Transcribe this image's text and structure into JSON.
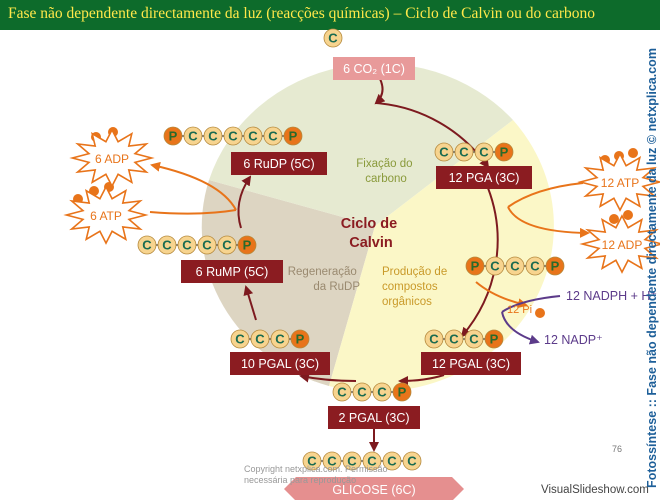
{
  "title": "Fase não dependente directamente da luz (reacções químicas) – Ciclo de Calvin ou do carbono",
  "side_caption": "Fotossíntese :: Fase não dependente directamente da luz © netxplica.com",
  "colors": {
    "title_bg": "#0d6b2b",
    "title_text": "#ffe84a",
    "label_box": "#8b1c21",
    "co2_box": "#e89a9a",
    "glucose_box": "#e58f8f",
    "carbon_bead": "#f7d48f",
    "phosphate_bead": "#e8741a",
    "cycle_arrow": "#7d1a1f",
    "energy_arrow": "#e8741a",
    "nadph_arrow": "#5c3b8a",
    "sector_fixation": "#e6ead1",
    "sector_regeneration": "#ddd5c2",
    "sector_production": "#fbf7c7",
    "side_caption": "#1d5f99"
  },
  "center_label": {
    "line1": "Ciclo de",
    "line2": "Calvin"
  },
  "phases": {
    "fixation": {
      "line1": "Fixação do",
      "line2": "carbono"
    },
    "regeneration": {
      "line1": "Regeneração",
      "line2": "da RuDP"
    },
    "production": {
      "line1": "Produção de",
      "line2": "compostos",
      "line3": "orgânicos"
    }
  },
  "boxes": {
    "co2": "6 CO₂ (1C)",
    "rudp": "6 RuDP (5C)",
    "pga": "12 PGA (3C)",
    "rump": "6 RuMP (5C)",
    "pgal10": "10 PGAL (3C)",
    "pgal12": "12 PGAL (3C)",
    "pgal2": "2 PGAL (3C)",
    "glucose": "GLICOSE (6C)"
  },
  "bead_letters": {
    "carbon": "C",
    "phosphate": "P"
  },
  "energy": {
    "adp_left": "6 ADP",
    "atp_left": "6 ATP",
    "atp_right": "12 ATP",
    "adp_right": "12 ADP"
  },
  "reducers": {
    "nadph": "12 NADPH + H⁺",
    "nadp": "12 NADP⁺",
    "pi": "12 Pi"
  },
  "watermark": {
    "line1": "Copyright netxplica.com. Permissão",
    "line2": "necessária para reprodução"
  },
  "page_number": "76",
  "footer_brand": "VisualSlideshow.com"
}
